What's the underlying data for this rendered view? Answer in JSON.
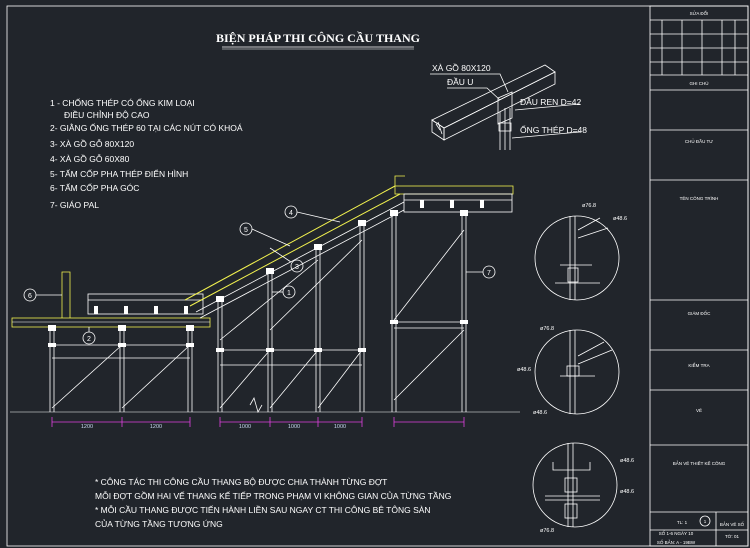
{
  "title": "BIỆN PHÁP THI CÔNG CẦU THANG",
  "legend": [
    {
      "n": "1",
      "text": "1 - CHỐNG THÉP CÓ ỐNG KIM LOẠI"
    },
    {
      "n": "1b",
      "text": "ĐIỀU CHỈNH ĐỘ CAO"
    },
    {
      "n": "2",
      "text": "2- GIẰNG ỐNG THÉP     60 TẠI CÁC NÚT CÓ KHOÁ"
    },
    {
      "n": "3",
      "text": "3- XÀ GỒ GỖ 80X120"
    },
    {
      "n": "4",
      "text": "4- XÀ GỒ GỖ 60X80"
    },
    {
      "n": "5",
      "text": "5- TẤM CỐP PHA THÉP ĐIỂN HÌNH"
    },
    {
      "n": "6",
      "text": "6- TẤM CỐP PHA GÓC"
    },
    {
      "n": "7",
      "text": "7- GIÁO PAL"
    }
  ],
  "detail_labels": {
    "beam": "XÀ GỒ 80X120",
    "head": "ĐẦU U",
    "thread": "ĐẦU REN D=42",
    "pipe": "ỐNG THÉP D=48"
  },
  "dims": [
    "1200",
    "1200",
    "1000",
    "1000",
    "1000"
  ],
  "callouts": [
    "1",
    "2",
    "3",
    "4",
    "5",
    "6",
    "7"
  ],
  "circle_dims": [
    "ø76.8",
    "ø48.6",
    "ø76.8",
    "ø48.6",
    "ø48.6",
    "ø48.6",
    "ø48.6",
    "ø76.8"
  ],
  "notes": [
    "* CÔNG TÁC THI CÔNG CẦU THANG BỘ ĐƯỢC CHIA THÀNH TỪNG ĐỢT",
    "MỖI ĐỢT GỒM HAI VẾ THANG KẾ TIẾP TRONG PHẠM VI KHÔNG GIAN CỦA TỪNG TẦNG",
    "* MỖI CẦU THANG ĐƯỢC TIẾN HÀNH LIỀN SAU NGAY CT THI CÔNG BÊ TÔNG SÀN",
    "CỦA TỪNG TẦNG TƯƠNG ỨNG"
  ],
  "title_block": {
    "revision": "SỬA ĐỔI",
    "note": "GHI CHÚ",
    "owner": "CHỦ ĐẦU TƯ",
    "project": "TÊN CÔNG TRÌNH",
    "director": "GIÁM ĐỐC",
    "checker": "KIỂM TRA",
    "drawer": "VẼ",
    "drawing_name": "BẢN VẼ THIẾT KẾ CÔNG",
    "scale": "TL: 1",
    "sheet_no": "SỐ 1-6 NGÀY 10",
    "sheet_count": "TỜ: 01",
    "drawing_no": "BẢN VẼ SỐ",
    "cad_no": "SỐ BẢN: A - 19BW",
    "circle": "1"
  },
  "colors": {
    "background": "#21252b",
    "line": "#ffffff",
    "slab": "#f2f24f",
    "dimension": "#e040e0",
    "dim_text": "#c8d8f0"
  }
}
